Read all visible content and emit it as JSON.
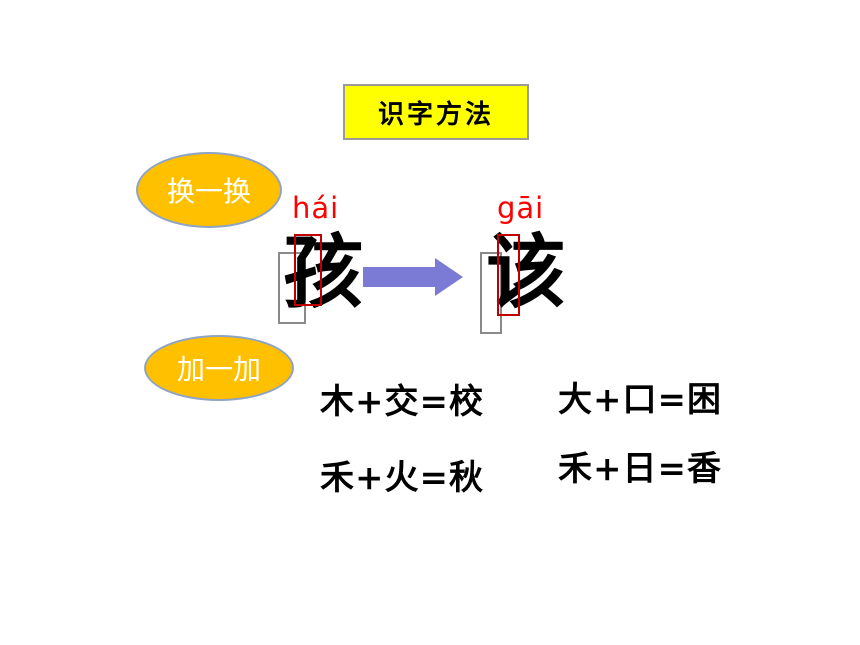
{
  "title": "识字方法",
  "methods": {
    "swap_label": "换一换",
    "add_label": "加一加"
  },
  "swap_example": {
    "from": {
      "pinyin": "hái",
      "char": "孩"
    },
    "to": {
      "pinyin": "gāi",
      "char": "该"
    },
    "arrow_icon": "right-arrow-icon"
  },
  "add_examples": [
    "木+交=校",
    "大+口=困",
    "禾+火=秋",
    "禾+日=香"
  ],
  "colors": {
    "title_bg": "#ffff00",
    "oval_bg": "#ffc000",
    "pinyin": "#ff0000",
    "highlight_box": "#c00000",
    "arrow": "#7b7bd6"
  }
}
